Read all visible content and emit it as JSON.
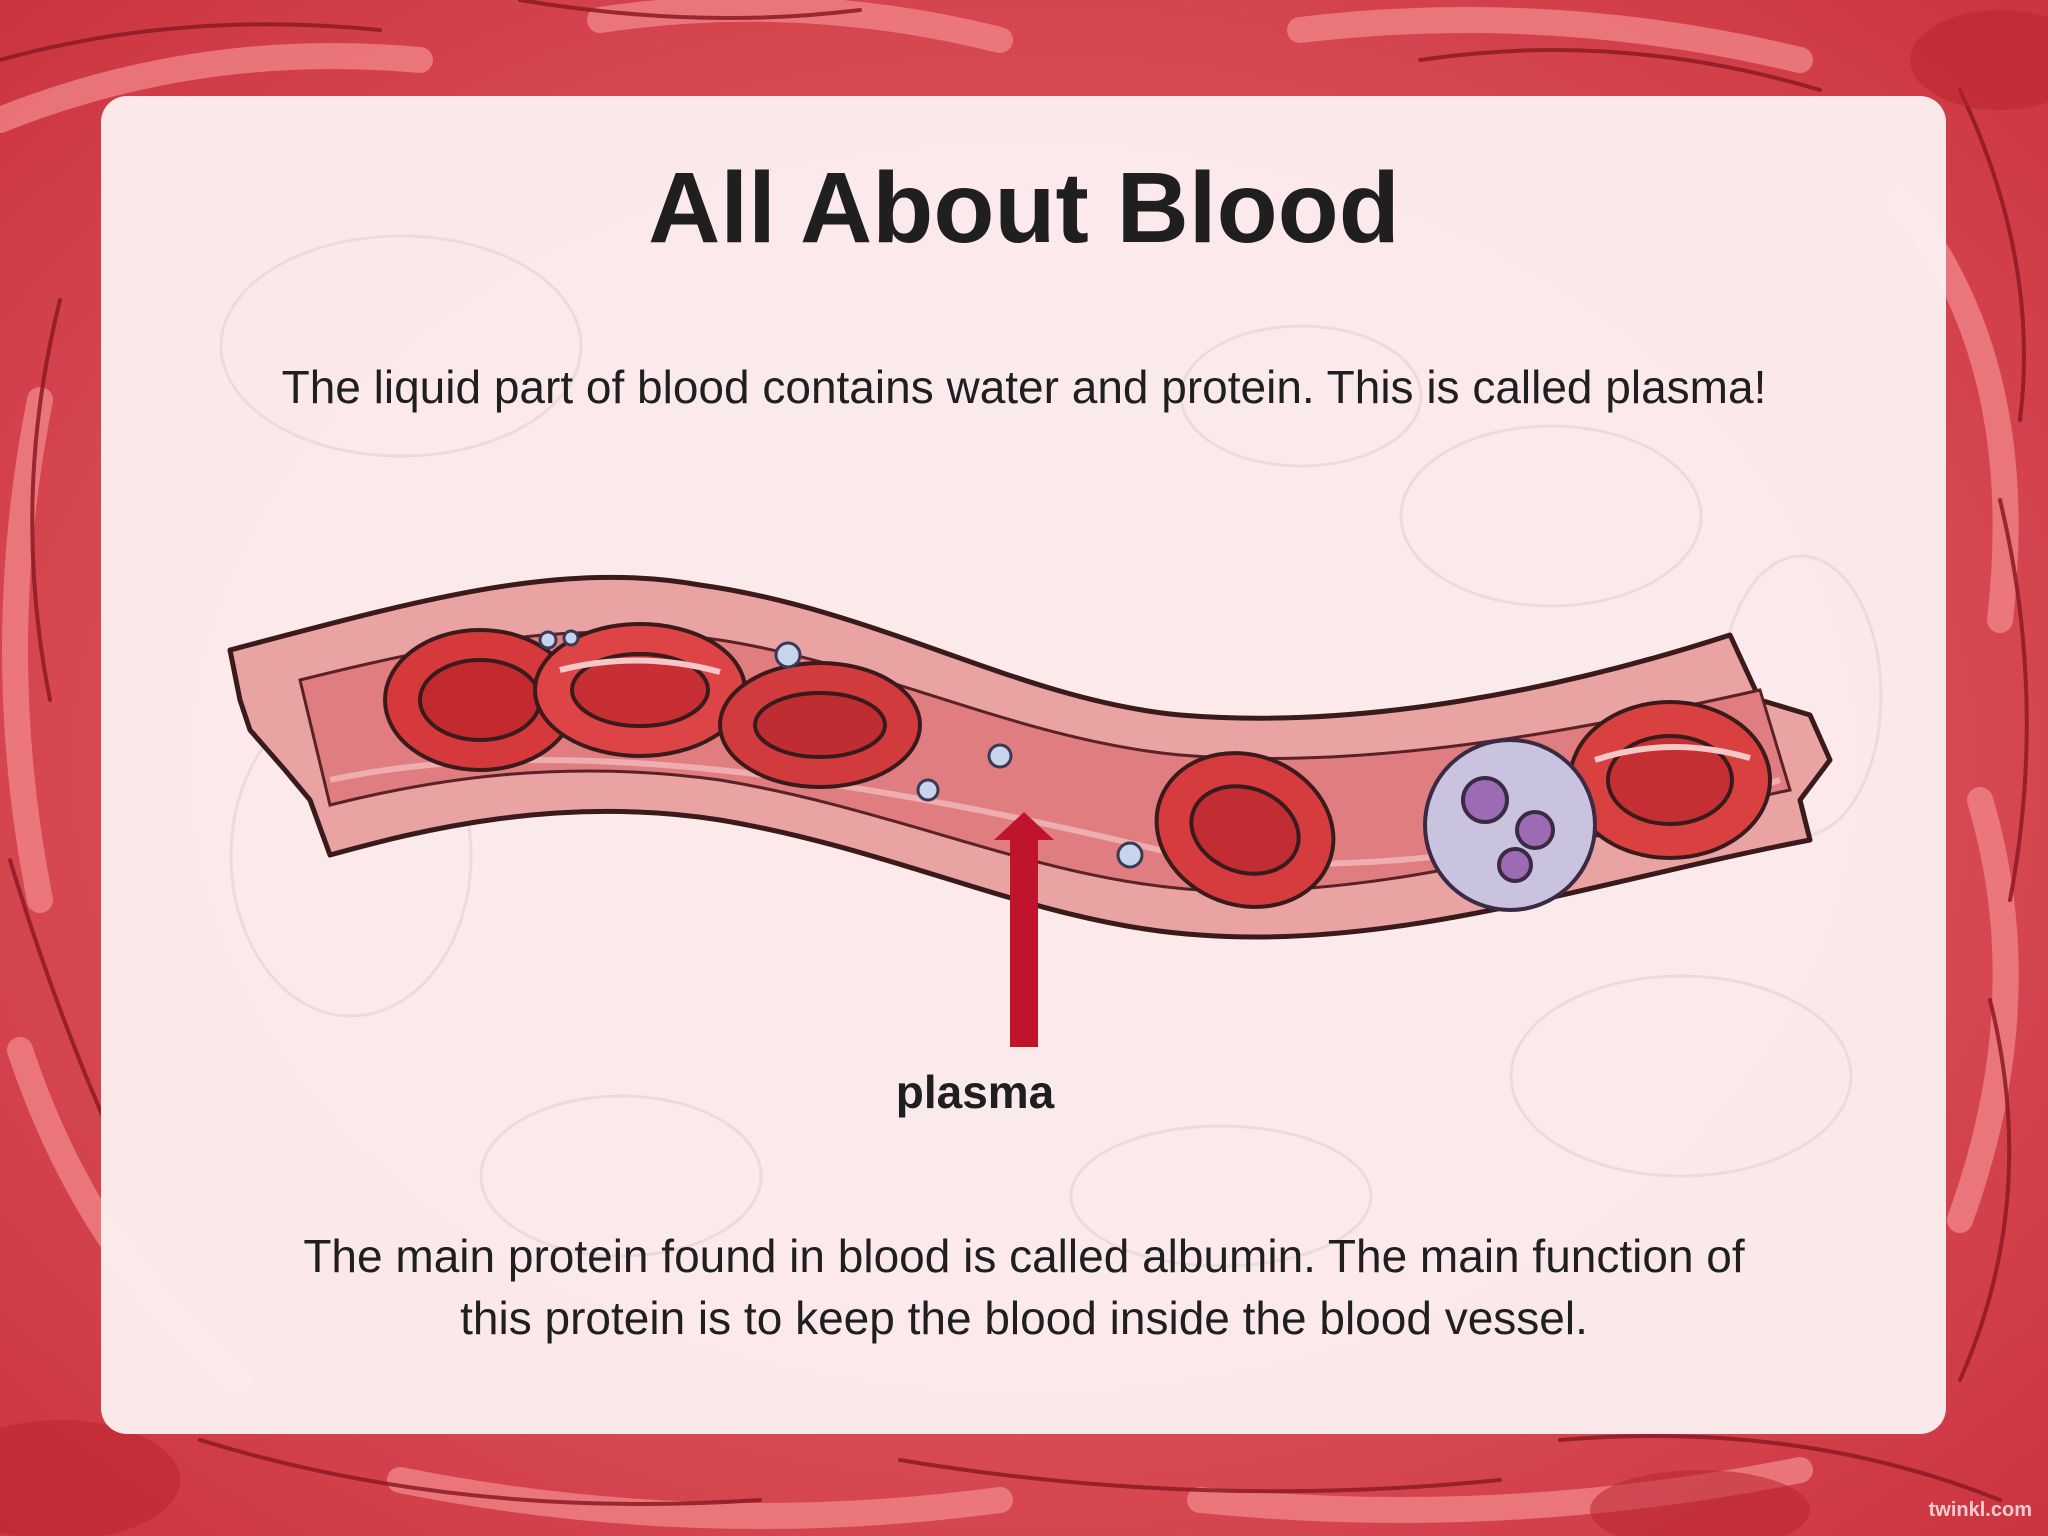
{
  "slide": {
    "title": "All About Blood",
    "intro": "The liquid part of blood contains water and protein. This is called plasma!",
    "label": "plasma",
    "body_line1": "The main protein found in blood is called albumin. The main function of",
    "body_line2": "this protein is to keep the blood inside the blood vessel.",
    "watermark": "twinkl.com"
  },
  "colors": {
    "background": "#d94a55",
    "card": "#fceef0",
    "arrow": "#c0142c",
    "red_cell": "#dd3b3b",
    "vessel_wall": "#e79a98"
  },
  "illustration": {
    "subject": "blood vessel with red blood cells, platelets and a white blood cell",
    "arrow_icon": "up-arrow-icon"
  }
}
